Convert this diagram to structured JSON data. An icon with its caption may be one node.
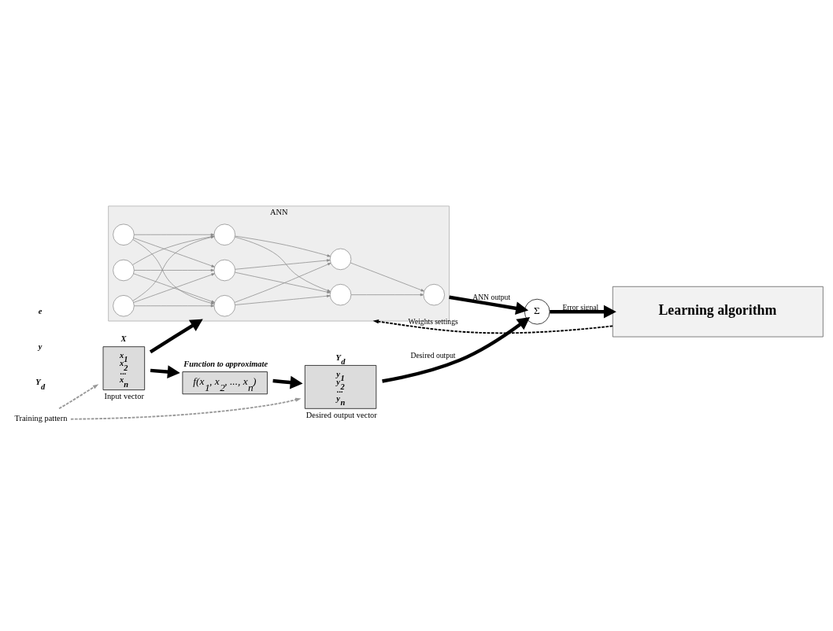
{
  "diagram": {
    "nodes": [
      {
        "text": [
          "X",
          "x$_{1}$ x$_{2}$ ... x$_{n}$"
        ],
        "beside": [
          "Input vector"
        ]
      },
      {
        "text": [
          "Function to approximate",
          "f(x$_{1}$, x$_{2}$, ..., x$_{n}$)"
        ]
      },
      {
        "text": [
          "Y$_{d}$",
          "y$_{1}$ y$_{2}$ ... y$_{n}$"
        ],
        "beside": [
          "Desired output vector"
        ]
      },
      {
        "text": [
          "ANN"
        ]
      },
      {
        "text": [],
        "shape": "circle",
        "in": 3
      },
      {
        "text": [],
        "shape": "circle",
        "in": 3
      },
      {
        "text": [],
        "shape": "circle",
        "in": 3
      },
      {
        "text": [],
        "shape": "circle",
        "in": 3
      },
      {
        "text": [],
        "shape": "circle",
        "in": 3
      },
      {
        "text": [],
        "shape": "circle",
        "in": 3
      },
      {
        "text": [],
        "shape": "circle",
        "in": 3
      },
      {
        "text": [],
        "shape": "circle",
        "in": 3
      },
      {
        "text": [],
        "shape": "circle",
        "in": 3
      },
      {
        "text": [
          "Σ"
        ]
      },
      {
        "text": [
          "Learning algorithm"
        ]
      },
      {
        "text": [
          "Training pattern"
        ]
      }
    ],
    "edges": [
      {
        "from": 15,
        "to": 0,
        "arrow": "to",
        "style": "dashed",
        "color": "#999999"
      },
      {
        "from": 15,
        "to": 2,
        "arrow": "to",
        "style": "dashed",
        "color": "#999999"
      },
      {
        "from": 0,
        "to": 1,
        "arrow": "to",
        "style": "thick",
        "color": "#000000"
      },
      {
        "from": 0,
        "to": 3,
        "arrow": "to",
        "style": "thick",
        "color": "#000000"
      },
      {
        "from": 1,
        "to": 2,
        "arrow": "to",
        "style": "thick",
        "color": "#000000"
      },
      {
        "from": 4,
        "to": 7,
        "arrow": "to"
      },
      {
        "from": 4,
        "to": 8,
        "arrow": "to"
      },
      {
        "from": 4,
        "to": 9,
        "arrow": "to"
      },
      {
        "from": 5,
        "to": 7,
        "arrow": "to"
      },
      {
        "from": 5,
        "to": 8,
        "arrow": "to"
      },
      {
        "from": 5,
        "to": 9,
        "arrow": "to"
      },
      {
        "from": 6,
        "to": 7,
        "arrow": "to"
      },
      {
        "from": 6,
        "to": 8,
        "arrow": "to"
      },
      {
        "from": 6,
        "to": 9,
        "arrow": "to"
      },
      {
        "from": 7,
        "to": 10,
        "arrow": "to"
      },
      {
        "from": 7,
        "to": 11,
        "arrow": "to"
      },
      {
        "from": 8,
        "to": 10,
        "arrow": "to"
      },
      {
        "from": 8,
        "to": 11,
        "arrow": "to"
      },
      {
        "from": 9,
        "to": 10,
        "arrow": "to"
      },
      {
        "from": 9,
        "to": 11,
        "arrow": "to"
      },
      {
        "from": 10,
        "to": 12,
        "arrow": "to"
      },
      {
        "from": 11,
        "to": 12,
        "arrow": "to"
      },
      {
        "from": 2,
        "to": 13,
        "arrow": "to",
        "label": "Desired output",
        "style": "thick",
        "color": "#000000"
      },
      {
        "from": 3,
        "to": 13,
        "arrow": "to",
        "label": "ANN output",
        "style": "thick",
        "color": "#000000"
      },
      {
        "from": 13,
        "to": 14,
        "arrow": "to",
        "label": "Error signal",
        "style": "thick",
        "color": "#000000"
      },
      {
        "from": 14,
        "to": 3,
        "arrow": "to",
        "label": "Weights settings",
        "style": "dashed",
        "color": "#000000"
      }
    ],
    "labels": [
      "Y$_{d}$",
      "y",
      "e"
    ]
  }
}
